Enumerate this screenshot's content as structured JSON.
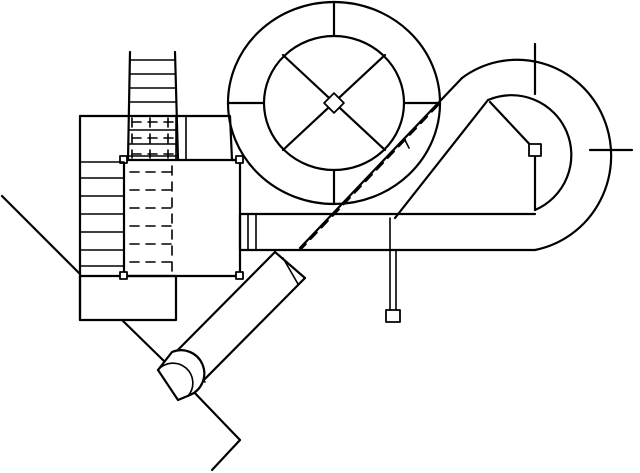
{
  "diagram": {
    "kind": "playground-structure-plan-view",
    "components": [
      "ladder",
      "platform-tower",
      "stairs",
      "spiral-slide-large",
      "spiral-slide-small",
      "tube-slide",
      "straight-slide",
      "swing-beam",
      "hanging-post",
      "ground-outline"
    ],
    "colors": {
      "stroke": "#000000",
      "background": "#ffffff"
    },
    "labels": []
  }
}
